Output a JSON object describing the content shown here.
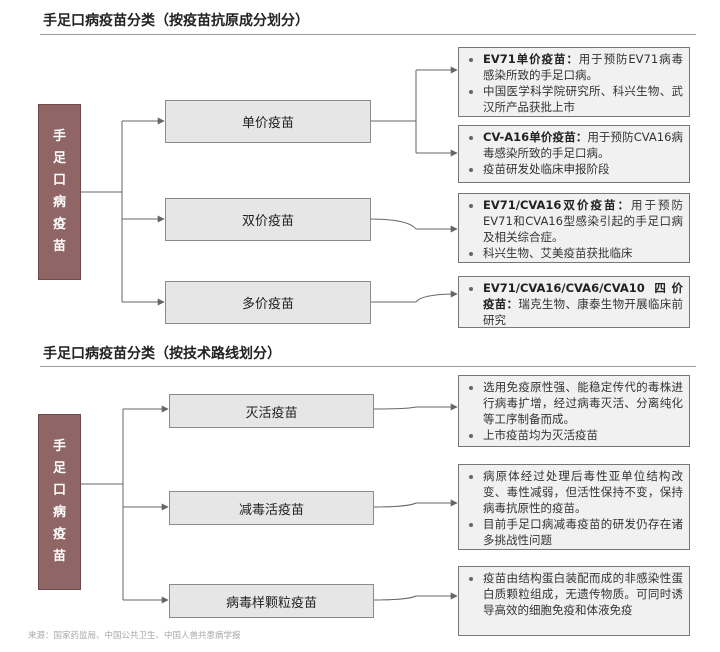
{
  "section1": {
    "title": "手足口病疫苗分类（按疫苗抗原成分划分）",
    "root": "手足口病疫苗",
    "categories": [
      "单价疫苗",
      "双价疫苗",
      "多价疫苗"
    ],
    "descriptions": [
      {
        "lead": "EV71单价疫苗：",
        "text": "用于预防EV71病毒感染所致的手足口病。",
        "extra": "中国医学科学院研究所、科兴生物、武汉所产品获批上市"
      },
      {
        "lead": "CV-A16单价疫苗：",
        "text": "用于预防CVA16病毒感染所致的手足口病。",
        "extra": "疫苗研发处临床申报阶段"
      },
      {
        "lead": "EV71/CVA16双价疫苗：",
        "text": "用于预防EV71和CVA16型感染引起的手足口病及相关综合症。",
        "extra": "科兴生物、艾美疫苗获批临床"
      },
      {
        "lead": "EV71/CVA16/CVA6/CVA10 四价疫苗：",
        "text": "瑞克生物、康泰生物开展临床前研究",
        "extra": ""
      }
    ]
  },
  "section2": {
    "title": "手足口病疫苗分类（按技术路线划分）",
    "root": "手足口病疫苗",
    "categories": [
      "灭活疫苗",
      "减毒活疫苗",
      "病毒样颗粒疫苗"
    ],
    "descriptions": [
      {
        "text": "选用免疫原性强、能稳定传代的毒株进行病毒扩增，经过病毒灭活、分离纯化等工序制备而成。",
        "extra": "上市疫苗均为灭活疫苗"
      },
      {
        "text": "病原体经过处理后毒性亚单位结构改变、毒性减弱，但活性保持不变，保持病毒抗原性的疫苗。",
        "extra": "目前手足口病减毒疫苗的研发仍存在诸多挑战性问题"
      },
      {
        "text": "疫苗由结构蛋白装配而成的非感染性蛋白质颗粒组成，无遗传物质。可同时诱导高效的细胞免疫和体液免疫",
        "extra": ""
      }
    ]
  },
  "source": "来源：国家药监局、中国公共卫生、中国人兽共患病学报",
  "colors": {
    "root": "#8f6565",
    "category": "#e6e6e6",
    "description": "#f1f1f1",
    "line": "#666666"
  }
}
